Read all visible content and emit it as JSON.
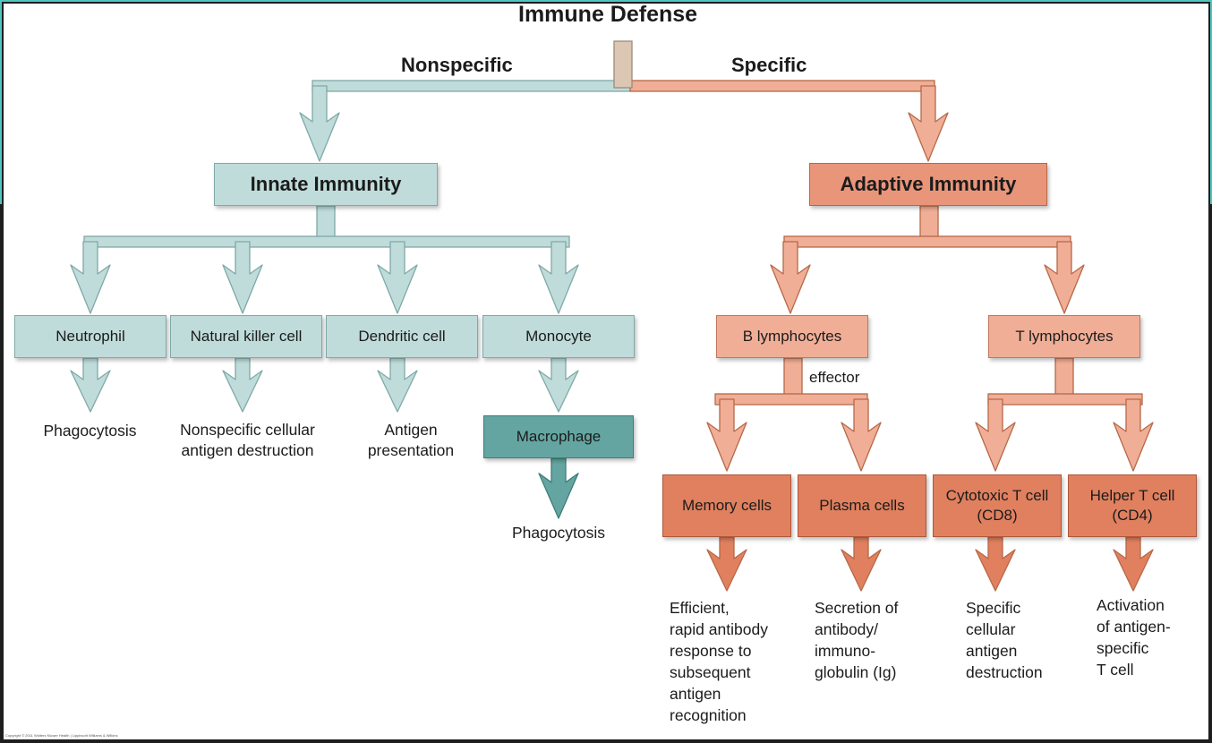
{
  "title": "Immune Defense",
  "branches": {
    "nonspecific": "Nonspecific",
    "specific": "Specific"
  },
  "innate": {
    "label": "Innate Immunity",
    "cells": [
      {
        "name": "Neutrophil",
        "function": "Phagocytosis"
      },
      {
        "name": "Natural killer cell",
        "function": "Nonspecific cellular\nantigen destruction"
      },
      {
        "name": "Dendritic cell",
        "function": "Antigen\npresentation"
      },
      {
        "name": "Monocyte",
        "derived": "Macrophage",
        "function": "Phagocytosis"
      }
    ]
  },
  "adaptive": {
    "label": "Adaptive Immunity",
    "b": {
      "label": "B lymphocytes",
      "effector_label": "effector",
      "memory": {
        "name": "Memory cells",
        "function": "Efficient,\nrapid antibody\nresponse to\nsubsequent\nantigen\nrecognition"
      },
      "plasma": {
        "name": "Plasma cells",
        "function": "Secretion of\nantibody/\nimmuno-\nglobulin (Ig)"
      }
    },
    "t": {
      "label": "T lymphocytes",
      "cytotoxic": {
        "name": "Cytotoxic T cell\n(CD8)",
        "function": "Specific\ncellular\nantigen\ndestruction"
      },
      "helper": {
        "name": "Helper T cell\n(CD4)",
        "function": "Activation\nof antigen-\nspecific\nT cell"
      }
    }
  },
  "copyright": "Copyright © 2011 Wolters Kluwer Health | Lippincott Williams & Wilkins",
  "colors": {
    "innate_fill": "#bfdcda",
    "innate_stroke": "#7fa9a7",
    "macrophage_fill": "#64a5a1",
    "adaptive_light": "#f0ae96",
    "adaptive_dark": "#e0805f",
    "adaptive_stroke": "#b76848",
    "stem_fill": "#dcc6b4",
    "border_accent": "#4fc7c0"
  }
}
